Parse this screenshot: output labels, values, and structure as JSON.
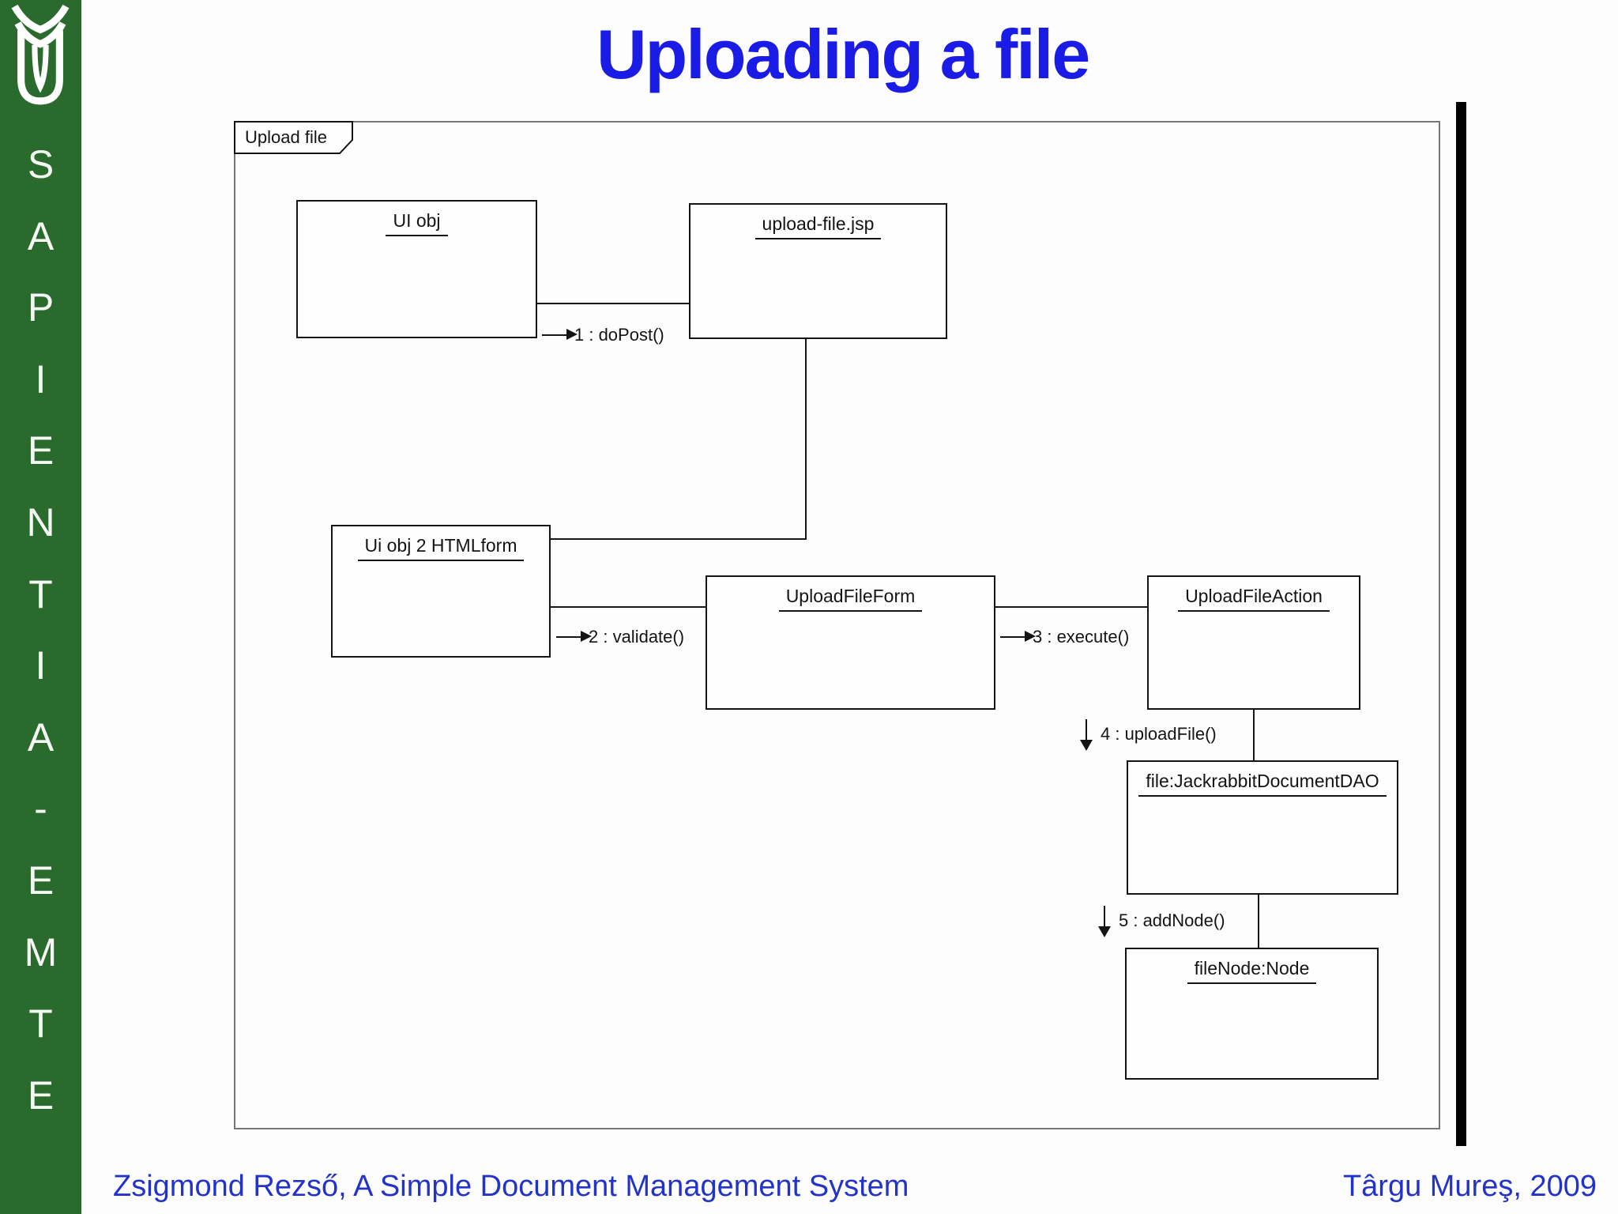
{
  "slide": {
    "title": "Uploading a file",
    "footer_left": "Zsigmond Rezső, A Simple Document Management System",
    "footer_right": "Târgu Mureş, 2009",
    "sidebar_letters": [
      "S",
      "A",
      "P",
      "I",
      "E",
      "N",
      "T",
      "I",
      "A",
      "-",
      "E",
      "M",
      "T",
      "E"
    ]
  },
  "diagram": {
    "frame_label": "Upload file",
    "objects": [
      {
        "id": "ui-obj",
        "label": "UI obj"
      },
      {
        "id": "upload-file-jsp",
        "label": "upload-file.jsp"
      },
      {
        "id": "ui-obj-2-htmlform",
        "label": "Ui obj 2 HTMLform"
      },
      {
        "id": "upload-file-form",
        "label": "UploadFileForm"
      },
      {
        "id": "upload-file-action",
        "label": "UploadFileAction"
      },
      {
        "id": "jackrabbit-dao",
        "label": "file:JackrabbitDocumentDAO"
      },
      {
        "id": "file-node",
        "label": "fileNode:Node"
      }
    ],
    "messages": [
      {
        "seq": 1,
        "label": "1 : doPost()",
        "direction": "right",
        "from": "UI obj",
        "to": "upload-file.jsp"
      },
      {
        "seq": 2,
        "label": "2 : validate()",
        "direction": "right",
        "from": "Ui obj 2 HTMLform",
        "to": "UploadFileForm"
      },
      {
        "seq": 3,
        "label": "3 : execute()",
        "direction": "right",
        "from": "UploadFileForm",
        "to": "UploadFileAction"
      },
      {
        "seq": 4,
        "label": "4 : uploadFile()",
        "direction": "down",
        "from": "UploadFileAction",
        "to": "file:JackrabbitDocumentDAO"
      },
      {
        "seq": 5,
        "label": "5 : addNode()",
        "direction": "down",
        "from": "file:JackrabbitDocumentDAO",
        "to": "fileNode:Node"
      }
    ]
  },
  "colors": {
    "sidebar_green": "#2a6b2d",
    "title_blue": "#1b1be6",
    "footer_blue": "#2333c9",
    "diagram_line": "#161616",
    "frame_gray": "#767676",
    "right_bar_black": "#020202"
  }
}
